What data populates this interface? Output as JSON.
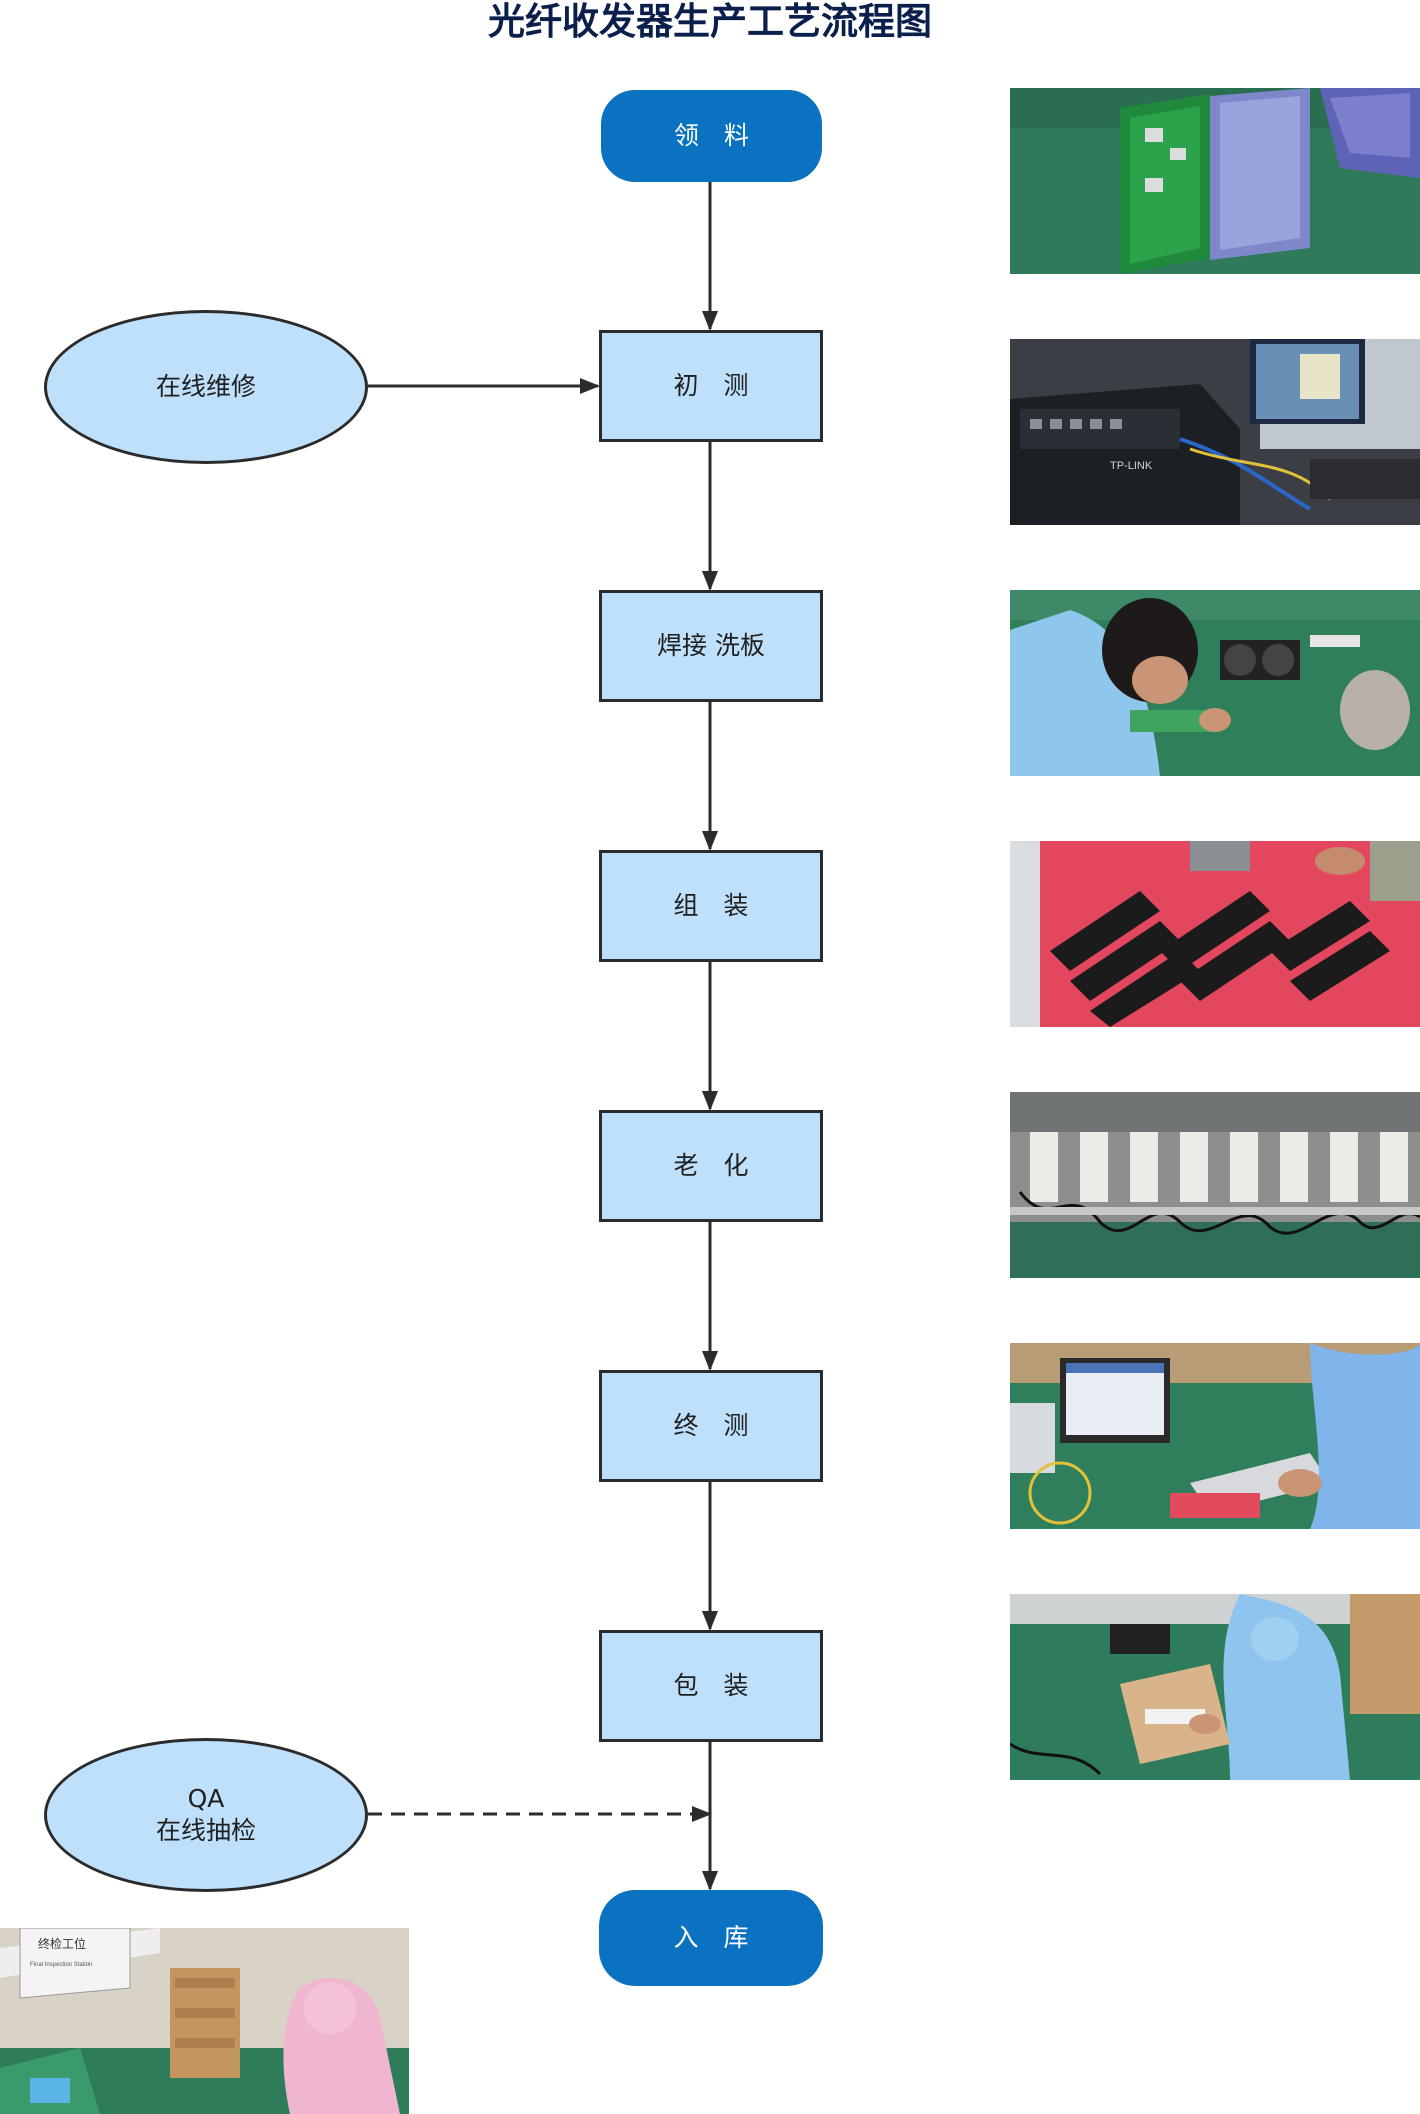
{
  "title": "光纤收发器生产工艺流程图",
  "nodes": {
    "start": "领　料",
    "initial_test": "初　测",
    "solder_wash": "焊接 洗板",
    "assembly": "组　装",
    "aging": "老　化",
    "final_test": "终　测",
    "packing": "包　装",
    "storage": "入　库"
  },
  "side_nodes": {
    "online_repair": "在线维修",
    "qa_inspection": "QA\n在线抽检"
  },
  "photo_text": {
    "station_sign": "终检工位",
    "station_sign_en": "Final Inspection Station",
    "switch_brand": "TP-LINK"
  },
  "colors": {
    "title": "#0b1f4d",
    "terminal_fill": "#0a72c0",
    "process_fill": "#bfe0fb",
    "stroke": "#2b2b2b"
  }
}
